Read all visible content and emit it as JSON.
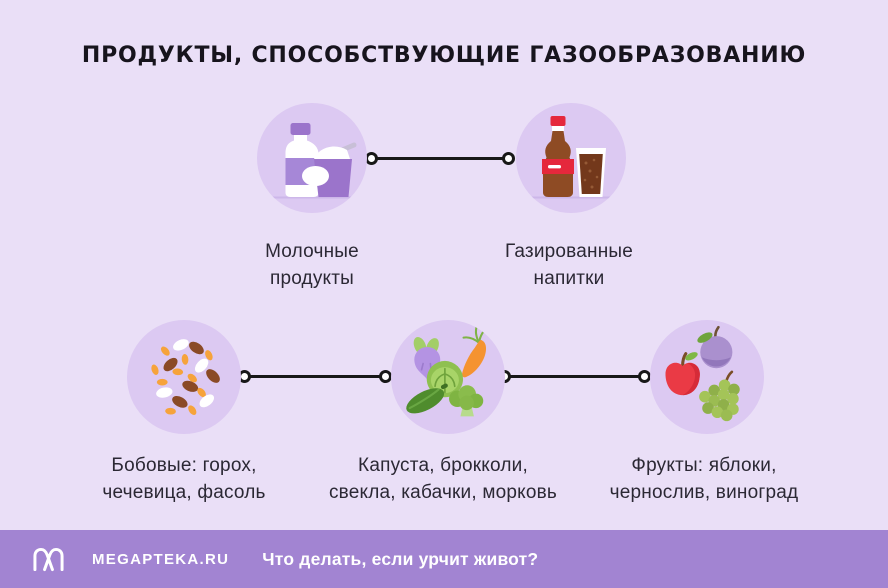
{
  "page": {
    "background": "#EADFF7",
    "circle_fill": "#DCC9F2",
    "accent": "#A284D2",
    "connector_color": "#181818",
    "text_color": "#2B2834"
  },
  "title": "ПРОДУКТЫ, СПОСОБСТВУЮЩИЕ ГАЗООБРАЗОВАНИЮ",
  "nodes": [
    {
      "icon": "milk-bottle-yogurt-icon",
      "label_line1": "Молочные",
      "label_line2": "продукты"
    },
    {
      "icon": "cola-bottle-glass-icon",
      "label_line1": "Газированные",
      "label_line2": "напитки"
    },
    {
      "icon": "beans-icon",
      "label_line1": "Бобовые: горох,",
      "label_line2": "чечевица, фасоль"
    },
    {
      "icon": "vegetables-icon",
      "label_line1": "Капуста, брокколи,",
      "label_line2": "свекла, кабачки, морковь"
    },
    {
      "icon": "fruits-icon",
      "label_line1": "Фрукты: яблоки,",
      "label_line2": "чернослив, виноград"
    }
  ],
  "footer": {
    "logo_icon": "megapteka-logo",
    "brand": "MEGAPTEKA.RU",
    "question": "Что делать, если урчит живот?"
  }
}
